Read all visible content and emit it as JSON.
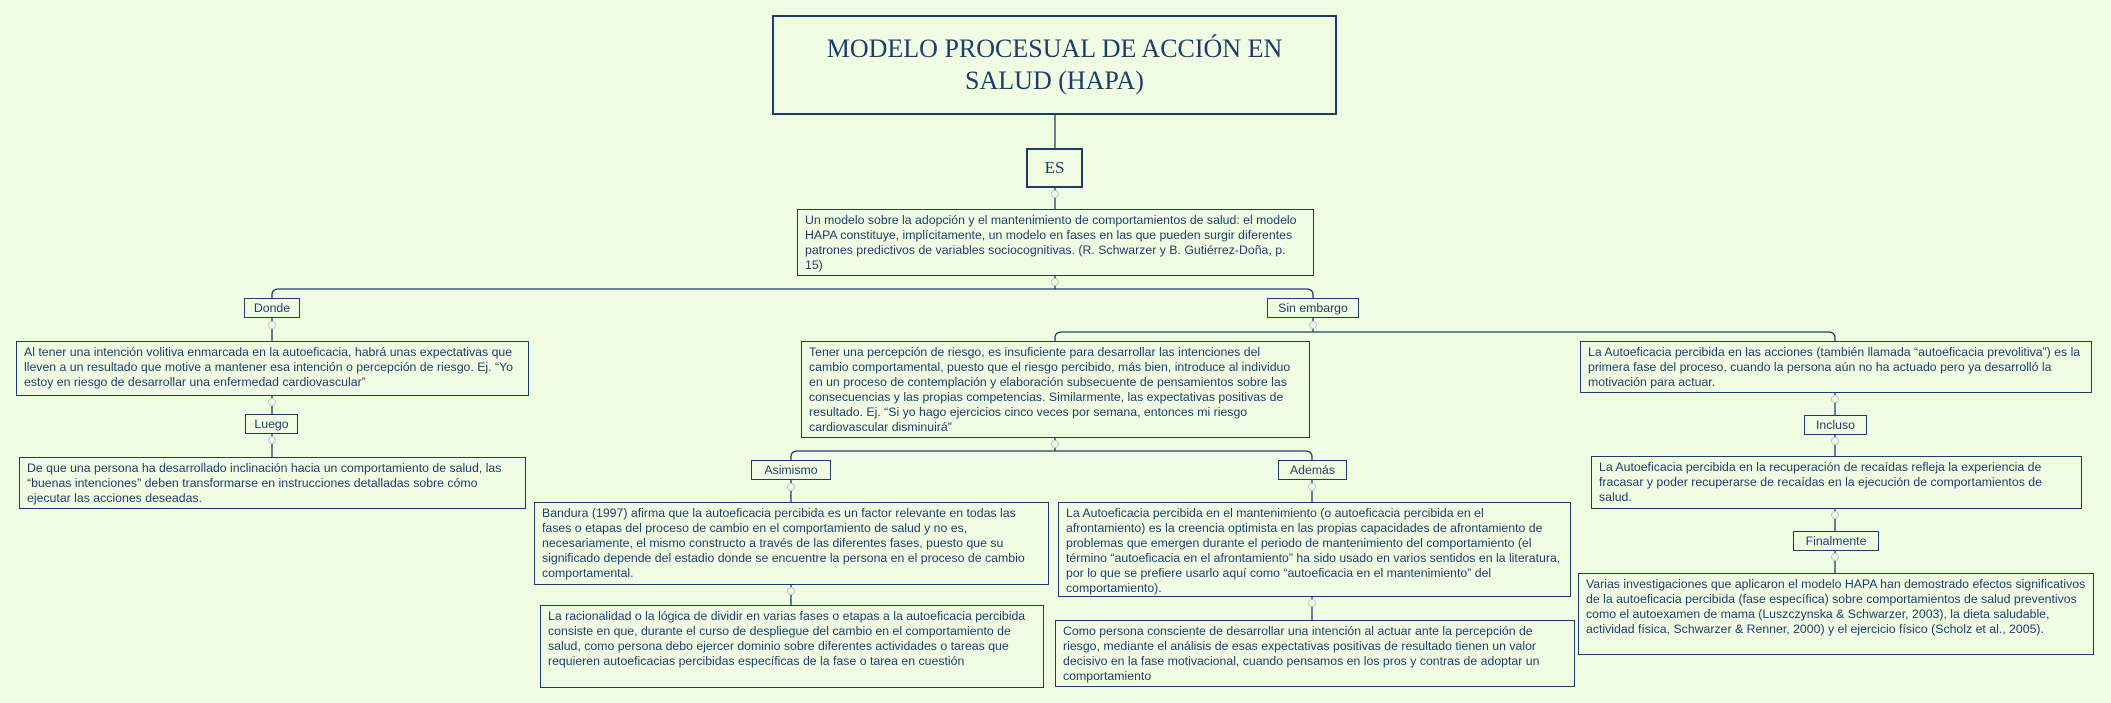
{
  "title": "MODELO PROCESUAL DE ACCIÓN EN SALUD (HAPA)",
  "es_label": "ES",
  "definition": "Un modelo sobre la adopción y el mantenimiento de comportamientos de salud: el modelo HAPA constituye, implícitamente, un modelo en fases en las que pueden surgir diferentes patrones predictivos de variables sociocognitivas. (R. Schwarzer y B. Gutiérrez-Doña, p. 15)",
  "left": {
    "donde_label": "Donde",
    "donde_text": "Al tener una intención volitiva enmarcada en la autoeficacia, habrá unas expectativas que lleven a un resultado que motive a mantener esa intención o percepción de riesgo. Ej. “Yo estoy en riesgo de desarrollar una enfermedad cardiovascular”",
    "luego_label": "Luego",
    "luego_text": "De que una persona ha desarrollado inclinación hacia un comportamiento de salud, las “buenas intenciones” deben transformarse en instrucciones detalladas sobre cómo ejecutar las acciones deseadas."
  },
  "middle": {
    "sin_embargo_label": "Sin embargo",
    "riesgo_text": "Tener una percepción de riesgo, es insuficiente para desarrollar las intenciones del cambio comportamental, puesto que el riesgo percibido, más bien, introduce al individuo en un proceso de contemplación y elaboración subsecuente de pensamientos sobre las consecuencias y las propias competencias. Similarmente, las expectativas positivas de resultado. Ej. “Si yo hago ejercicios cinco veces por semana, entonces mi riesgo cardiovascular disminuirá”",
    "asimismo_label": "Asimismo",
    "bandura_text": "Bandura (1997) afirma que la autoeficacia percibida es un factor relevante en todas las fases o etapas del proceso de cambio en el comportamiento de salud y no es, necesariamente, el mismo constructo a través de las diferentes fases, puesto que su significado depende del estadio donde se encuentre la persona en el proceso de cambio comportamental.",
    "racionalidad_text": "La racionalidad o la lógica de dividir en varias fases o etapas a la autoeficacia percibida consiste en que, durante el curso de despliegue del cambio en el comportamiento de salud, como persona debo ejercer dominio sobre diferentes actividades o tareas que requieren autoeficacias percibidas específicas de la fase o tarea en cuestión",
    "ademas_label": "Además",
    "mantenimiento_text": "La Autoeficacia percibida en el mantenimiento (o autoeficacia percibida en el afrontamiento) es la creencia optimista en las propias capacidades de afrontamiento de problemas que emergen durante el periodo de mantenimiento del comportamiento (el término “autoeficacia en el afrontamiento” ha sido usado en varios sentidos en la literatura, por lo que se prefiere usarlo aquí como “autoeficacia en el mantenimiento” del comportamiento).",
    "persona_text": "Como persona consciente de desarrollar una intención al actuar ante la percepción de riesgo, mediante el análisis de esas expectativas positivas de resultado tienen un valor decisivo en la fase motivacional, cuando pensamos en los pros y contras de adoptar un comportamiento"
  },
  "right": {
    "prevolitiva_text": "La Autoeficacia percibida en las acciones (también llamada “autoeficacia prevolitiva”) es la primera fase del proceso, cuando la persona aún no ha actuado pero ya desarrolló la motivación para actuar.",
    "incluso_label": "Incluso",
    "recaidas_text": "La Autoeficacia percibida en la recuperación de recaídas refleja la experiencia de fracasar y poder recuperarse de recaídas en la ejecución de comportamientos de salud.",
    "finalmente_label": "Finalmente",
    "investigaciones_text": "Varias investigaciones que aplicaron el modelo HAPA han demostrado efectos significativos de la autoeficacia percibida (fase específica) sobre comportamientos de salud preventivos como el autoexamen de mama (Luszczynska & Schwarzer, 2003), la dieta saludable, actividad física, Schwarzer & Renner, 2000) y el ejercicio físico (Scholz et al., 2005)."
  }
}
